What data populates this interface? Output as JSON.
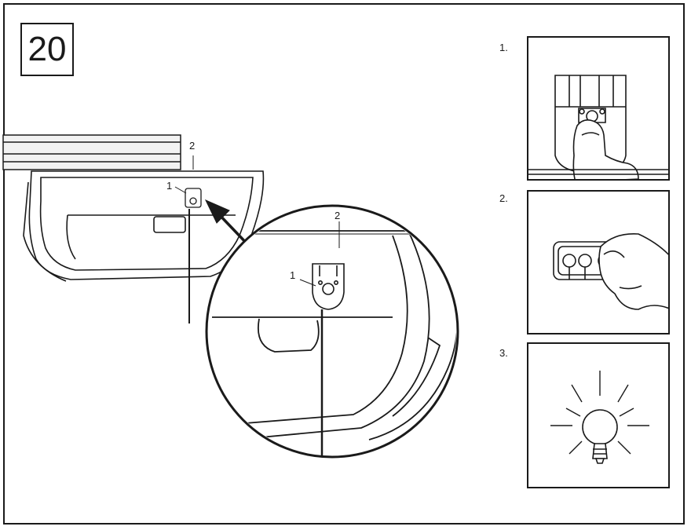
{
  "figure": {
    "step_number": "20",
    "callouts": {
      "label_1": "1",
      "label_2": "2"
    },
    "panels": [
      {
        "number": "1."
      },
      {
        "number": "2."
      },
      {
        "number": "3."
      }
    ]
  },
  "colors": {
    "line": "#1a1a1a",
    "rail": "#f2f2f2",
    "background": "#ffffff"
  }
}
